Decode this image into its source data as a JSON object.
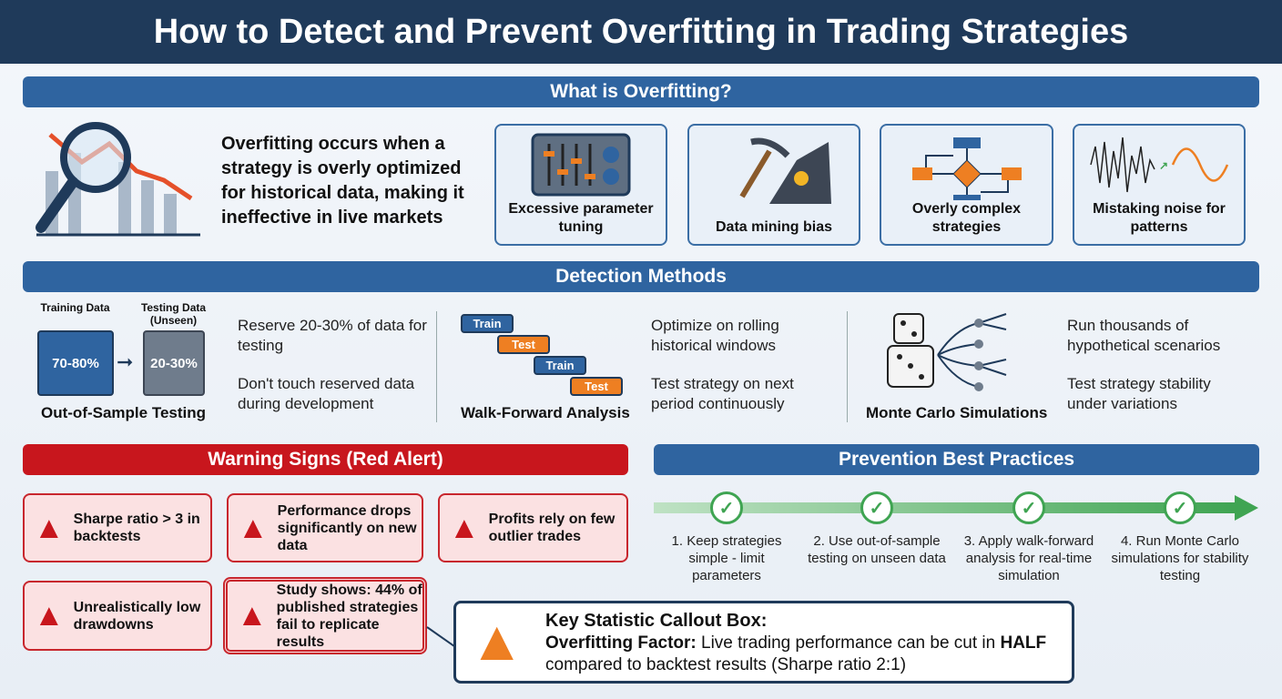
{
  "title": "How to Detect and Prevent Overfitting in Trading Strategies",
  "what": {
    "header": "What is Overfitting?",
    "definition": "Overfitting occurs when a strategy is overly optimized for historical data, making it ineffective in live markets",
    "cards": [
      {
        "label": "Excessive parameter tuning",
        "icon": "sliders-icon"
      },
      {
        "label": "Data mining bias",
        "icon": "pickaxe-icon"
      },
      {
        "label": "Overly complex strategies",
        "icon": "flowchart-icon"
      },
      {
        "label": "Mistaking noise for patterns",
        "icon": "noise-wave-icon"
      }
    ]
  },
  "detection": {
    "header": "Detection Methods",
    "oos": {
      "train_label": "Training Data",
      "test_label": "Testing Data (Unseen)",
      "train_pct": "70-80%",
      "test_pct": "20-30%",
      "name": "Out-of-Sample Testing",
      "points": [
        "Reserve 20-30% of data for testing",
        "Don't touch reserved data during development"
      ]
    },
    "wf": {
      "steps": [
        "Train",
        "Test",
        "Train",
        "Test"
      ],
      "name": "Walk-Forward Analysis",
      "points": [
        "Optimize on rolling historical windows",
        "Test strategy on next period continuously"
      ]
    },
    "mc": {
      "name": "Monte Carlo Simulations",
      "points": [
        "Run thousands of hypothetical scenarios",
        "Test strategy stability under variations"
      ]
    }
  },
  "warning": {
    "header": "Warning Signs (Red Alert)",
    "items": [
      "Sharpe ratio > 3 in backtests",
      "Performance drops significantly on new data",
      "Profits rely on few outlier trades",
      "Unrealistically low drawdowns",
      "Study shows: 44% of published strategies fail to replicate results"
    ]
  },
  "prevention": {
    "header": "Prevention Best Practices",
    "steps": [
      "1. Keep strategies simple - limit parameters",
      "2. Use out-of-sample testing on unseen data",
      "3. Apply walk-forward analysis for real-time simulation",
      "4. Run Monte Carlo simulations for stability testing"
    ]
  },
  "callout": {
    "title": "Key Statistic Callout Box:",
    "label": "Overfitting Factor:",
    "text1": " Live trading performance can be cut in ",
    "emph": "HALF",
    "text2": "compared to backtest results (Sharpe ratio 2:1)"
  },
  "colors": {
    "navy": "#1f3a5a",
    "blue": "#2f64a0",
    "red": "#c8161d",
    "orange": "#ee7f22",
    "green": "#3fa452"
  }
}
